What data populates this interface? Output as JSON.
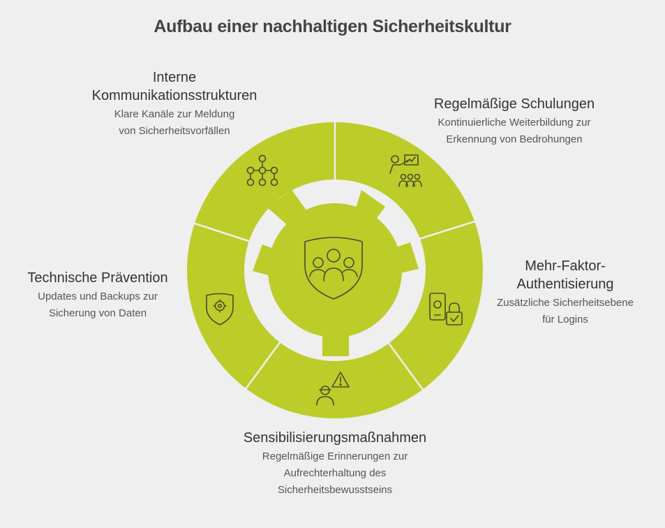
{
  "title": "Aufbau einer nachhaltigen Sicherheitskultur",
  "colors": {
    "segment": "#bccc29",
    "background": "#efefef",
    "divider": "#ffffff",
    "icon": "#4a4a2a"
  },
  "center": {
    "icon": "team-shield-icon"
  },
  "segments": [
    {
      "icon": "network-nodes-icon",
      "heading_line1": "Interne",
      "heading_line2": "Kommunikationsstrukturen",
      "desc_line1": "Klare Kanäle zur Meldung",
      "desc_line2": "von Sicherheitsvorfällen"
    },
    {
      "icon": "presentation-training-icon",
      "heading": "Regelmäßige Schulungen",
      "desc_line1": "Kontinuierliche Weiterbildung zur",
      "desc_line2": "Erkennung von Bedrohungen"
    },
    {
      "icon": "device-lock-icon",
      "heading_line1": "Mehr-Faktor-",
      "heading_line2": "Authentisierung",
      "desc_line1": "Zusätzliche Sicherheitsebene",
      "desc_line2": "für Logins"
    },
    {
      "icon": "person-warning-icon",
      "heading": "Sensibilisierungsmaßnahmen",
      "desc_line1": "Regelmäßige Erinnerungen zur",
      "desc_line2": "Aufrechterhaltung des",
      "desc_line3": "Sicherheitsbewusstseins"
    },
    {
      "icon": "gear-shield-icon",
      "heading": "Technische Prävention",
      "desc_line1": "Updates und Backups zur",
      "desc_line2": "Sicherung von Daten"
    }
  ]
}
